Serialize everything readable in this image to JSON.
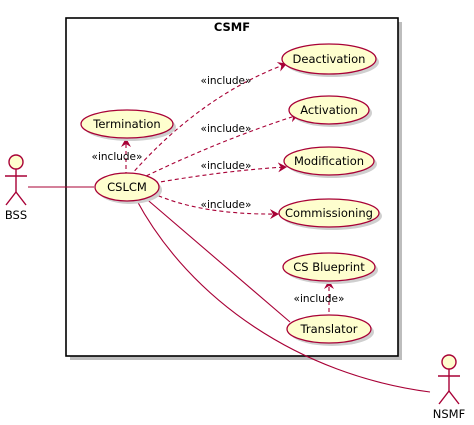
{
  "system": {
    "name": "CSMF"
  },
  "actors": [
    {
      "id": "bss",
      "name": "BSS"
    },
    {
      "id": "nsmf",
      "name": "NSMF"
    }
  ],
  "use_cases": [
    {
      "id": "deactivation",
      "label": "Deactivation"
    },
    {
      "id": "termination",
      "label": "Termination"
    },
    {
      "id": "activation",
      "label": "Activation"
    },
    {
      "id": "modification",
      "label": "Modification"
    },
    {
      "id": "cslcm",
      "label": "CSLCM"
    },
    {
      "id": "commissioning",
      "label": "Commissioning"
    },
    {
      "id": "cs_blueprint",
      "label": "CS Blueprint"
    },
    {
      "id": "translator",
      "label": "Translator"
    }
  ],
  "relations": [
    {
      "from": "cslcm",
      "to": "deactivation",
      "label": "«include»"
    },
    {
      "from": "cslcm",
      "to": "termination",
      "label": "«include»"
    },
    {
      "from": "cslcm",
      "to": "activation",
      "label": "«include»"
    },
    {
      "from": "cslcm",
      "to": "modification",
      "label": "«include»"
    },
    {
      "from": "cslcm",
      "to": "commissioning",
      "label": "«include»"
    },
    {
      "from": "translator",
      "to": "cs_blueprint",
      "label": "«include»"
    }
  ],
  "theme": {
    "usecase_fill": "#FEFECE",
    "border_color": "#A80036"
  }
}
